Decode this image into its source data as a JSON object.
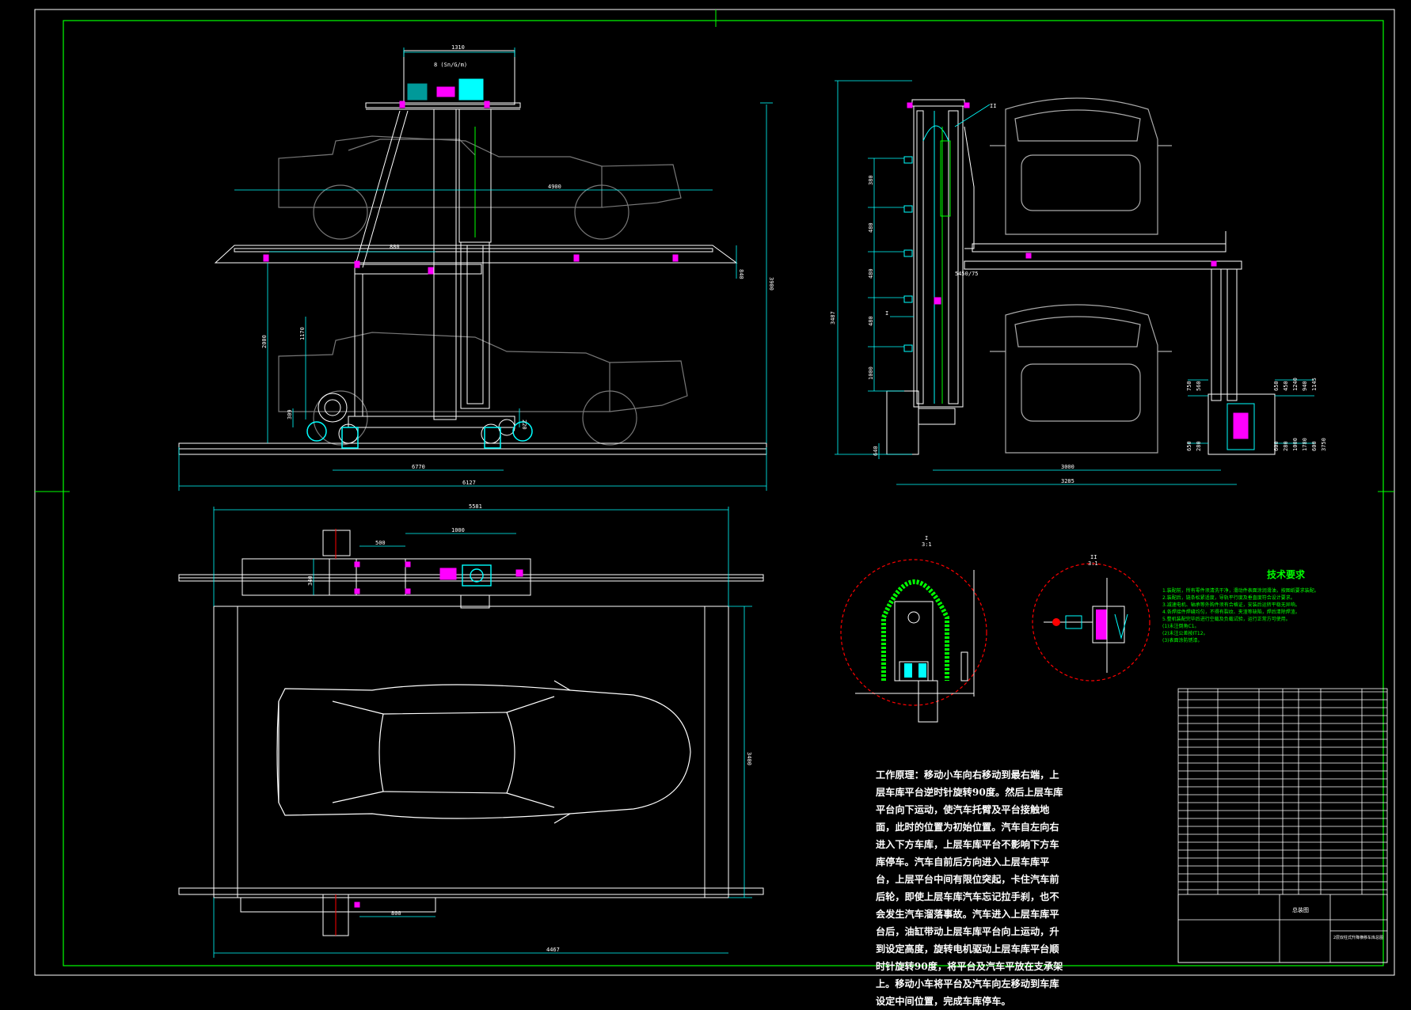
{
  "drawing": {
    "colors": {
      "background": "#000000",
      "border": "#00ff00",
      "part_outline": "#ffffff",
      "dimension": "#00ffff",
      "detail_circle": "#ff0000",
      "marker": "#ff00ff",
      "notes": "#00ff00"
    },
    "front_view": {
      "dims": {
        "top_width": "1310",
        "motor_label": "8 (Sn/G/m)",
        "platform_length": "4900",
        "upper_length": "880",
        "height_total": "3900",
        "height_lower": "2000",
        "height_mid": "1170",
        "left_small": "309",
        "right_small": "220",
        "right_upper_small": "840",
        "base_span": "6770",
        "total_length": "6127"
      }
    },
    "side_view": {
      "dims": {
        "height_total": "3487",
        "seg_1": "380",
        "seg_2": "480",
        "seg_3": "480",
        "seg_4": "480",
        "seg_5": "1000",
        "chain_label": "5450/75",
        "bottom_left": "640",
        "base_span": "3000",
        "total_width": "3285",
        "leader_1": "II",
        "leader_2": "I"
      }
    },
    "side_right_dims": [
      "750",
      "560",
      "650",
      "450",
      "1240",
      "940",
      "1145",
      "650",
      "280",
      "600",
      "280",
      "1000",
      "1780",
      "600",
      "3750"
    ],
    "plan_view": {
      "dims": {
        "overall": "5581",
        "trolley_small": "500",
        "trolley_large": "1000",
        "block": "340",
        "width": "3400",
        "bottom_small": "800",
        "bottom_total": "4467"
      }
    },
    "detail_views": {
      "detail_i": {
        "label": "I",
        "scale": "3:1"
      },
      "detail_ii": {
        "label": "II",
        "scale": "3:1"
      }
    },
    "technical_requirements": {
      "title": "技术要求",
      "lines": [
        "1.装配前，所有零件须清洗干净，滑动件表面涂润滑油，按图纸要求装配。",
        "2.装配后，链条松紧适度，导轨平行度及垂直度符合设计要求。",
        "3.减速电机、轴承等外购件须有合格证，安装后运转平稳无异响。",
        "4.各焊接件焊缝均匀，不得有裂纹、夹渣等缺陷，焊后清除焊渣。",
        "5.整机装配完毕后进行空载及负载试验，运行正常方可使用。",
        "(1)未注倒角C1。",
        "(2)未注公差按IT12。",
        "(3)表面涂防锈漆。"
      ]
    },
    "principle": {
      "title": "工作原理",
      "text": "工作原理：移动小车向右移动到最右端，上层车库平台逆时针旋转90度。然后上层车库平台向下运动，使汽车托臂及平台接触地面，此时的位置为初始位置。汽车自左向右进入下方车库，上层车库平台不影响下方车库停车。汽车自前后方向进入上层车库平台，上层平台中间有限位突起，卡住汽车前后轮，即使上层车库汽车忘记拉手刹，也不会发生汽车溜落事故。汽车进入上层车库平台后，油缸带动上层车库平台向上运动，升到设定高度，旋转电机驱动上层车库平台顺时针旋转90度，将平台及汽车平放在支承架上。移动小车将平台及汽车向左移动到车库设定中间位置，完成车库停车。"
    },
    "title_block": {
      "title": "总装图",
      "drawing_name": "2层双柱式升降横移车库总图"
    }
  }
}
